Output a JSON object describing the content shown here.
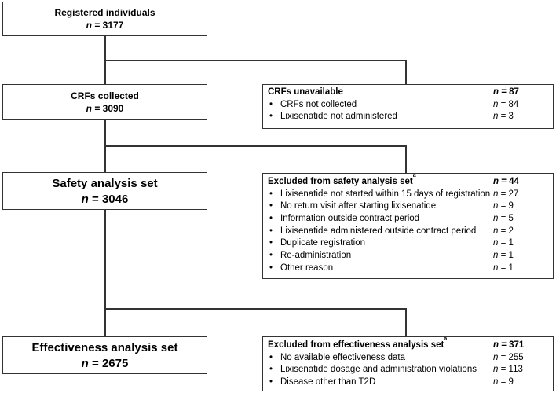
{
  "left_boxes": {
    "registered": {
      "title": "Registered individuals",
      "n_sym": "n",
      "n_val": "= 3177"
    },
    "crfs": {
      "title": "CRFs collected",
      "n_sym": "n",
      "n_val": "= 3090"
    },
    "safety": {
      "title": "Safety analysis set",
      "n_sym": "n",
      "n_val": "= 3046"
    },
    "effect": {
      "title": "Effectiveness analysis set",
      "n_sym": "n",
      "n_val": "= 2675"
    }
  },
  "right_boxes": {
    "crfs_unavail": {
      "header": {
        "label": "CRFs unavailable",
        "sup": "",
        "n_sym": "n",
        "n_val": "= 87"
      },
      "items": [
        {
          "label": "CRFs not collected",
          "n_sym": "n",
          "n_val": "= 84"
        },
        {
          "label": "Lixisenatide not administered",
          "n_sym": "n",
          "n_val": "= 3"
        }
      ]
    },
    "excl_safety": {
      "header": {
        "label": "Excluded from safety analysis set",
        "sup": "a",
        "n_sym": "n",
        "n_val": "= 44"
      },
      "items": [
        {
          "label": "Lixisenatide not started within 15 days of registration",
          "n_sym": "n",
          "n_val": "= 27"
        },
        {
          "label": "No return visit after starting lixisenatide",
          "n_sym": "n",
          "n_val": "= 9"
        },
        {
          "label": "Information outside contract period",
          "n_sym": "n",
          "n_val": "= 5"
        },
        {
          "label": "Lixisenatide administered outside contract period",
          "n_sym": "n",
          "n_val": "= 2"
        },
        {
          "label": "Duplicate registration",
          "n_sym": "n",
          "n_val": "= 1"
        },
        {
          "label": "Re-administration",
          "n_sym": "n",
          "n_val": "= 1"
        },
        {
          "label": "Other reason",
          "n_sym": "n",
          "n_val": "= 1"
        }
      ]
    },
    "excl_effect": {
      "header": {
        "label": "Excluded from effectiveness analysis set",
        "sup": "a",
        "n_sym": "n",
        "n_val": "= 371"
      },
      "items": [
        {
          "label": "No available effectiveness data",
          "n_sym": "n",
          "n_val": "= 255"
        },
        {
          "label": "Lixisenatide dosage and administration violations",
          "n_sym": "n",
          "n_val": "= 113"
        },
        {
          "label": "Disease other than T2D",
          "n_sym": "n",
          "n_val": "= 9"
        }
      ]
    }
  },
  "bullet_char": "•"
}
